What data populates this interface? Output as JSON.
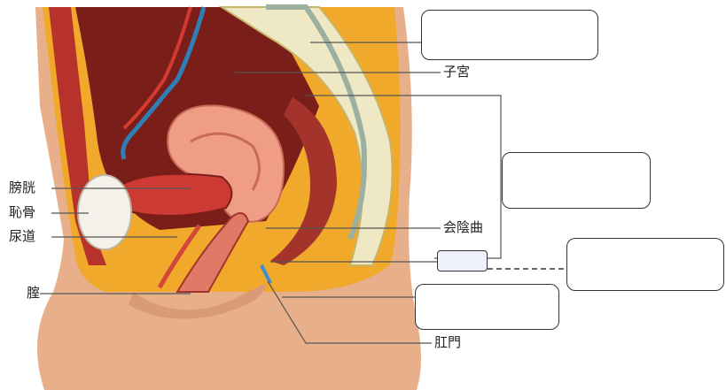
{
  "labels": {
    "uterus": "子宮",
    "bladder": "膀胱",
    "pubis": "恥骨",
    "urethra": "尿道",
    "vagina": "腟",
    "perineal_flexure": "会陰曲",
    "anus": "肛門"
  },
  "answer_boxes": [
    "",
    "",
    "",
    "",
    ""
  ],
  "colors": {
    "skin": "#e8b08a",
    "fat": "#f0a92a",
    "muscle": "#b8322c",
    "organ_pink": "#ef9d85",
    "bone": "#efe8c5",
    "vessel_blue": "#2e7fb5"
  }
}
